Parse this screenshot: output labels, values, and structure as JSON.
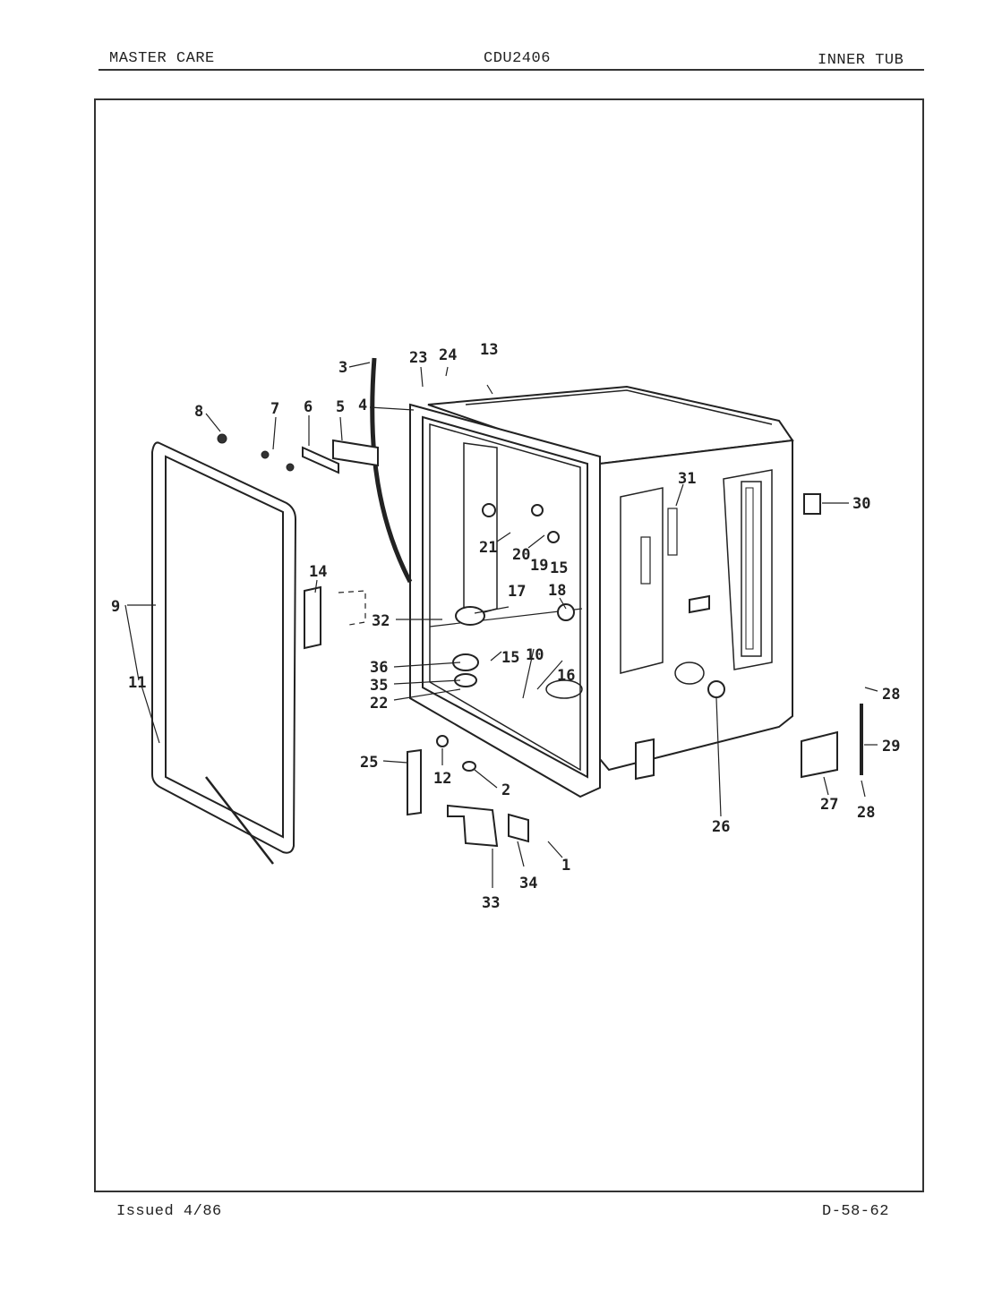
{
  "header": {
    "left": "MASTER CARE",
    "center": "CDU2406",
    "right": "INNER TUB"
  },
  "footer": {
    "left": "Issued 4/86",
    "right": "D-58-62"
  },
  "callouts": {
    "c1": "1",
    "c2": "2",
    "c3": "3",
    "c4": "4",
    "c5": "5",
    "c6": "6",
    "c7": "7",
    "c8": "8",
    "c9": "9",
    "c10": "10",
    "c11": "11",
    "c12": "12",
    "c13": "13",
    "c14": "14",
    "c15a": "15",
    "c15b": "15",
    "c16": "16",
    "c17": "17",
    "c18": "18",
    "c19": "19",
    "c20": "20",
    "c21": "21",
    "c22": "22",
    "c23": "23",
    "c24": "24",
    "c25": "25",
    "c26": "26",
    "c27": "27",
    "c28a": "28",
    "c28b": "28",
    "c29": "29",
    "c30": "30",
    "c31": "31",
    "c32": "32",
    "c33": "33",
    "c34": "34",
    "c35": "35",
    "c36": "36"
  }
}
